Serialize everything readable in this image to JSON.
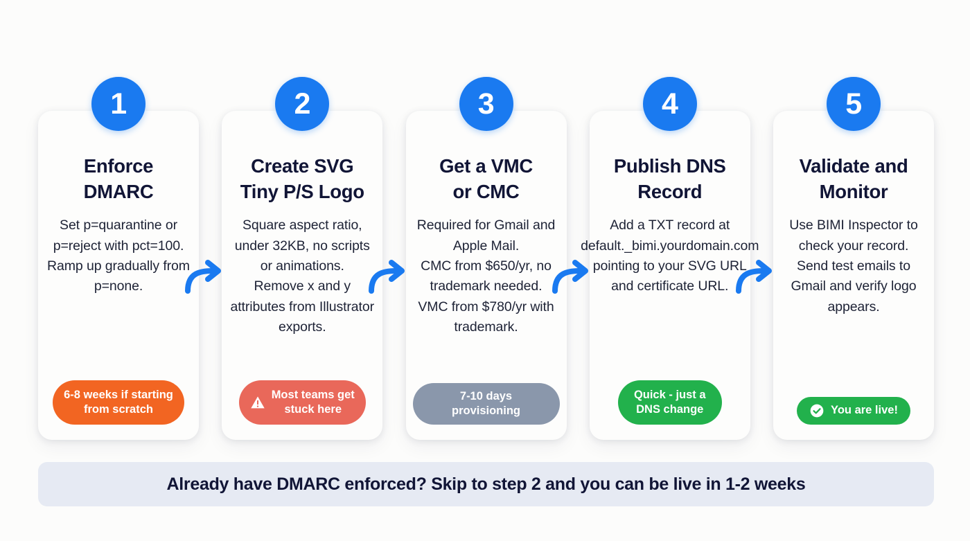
{
  "theme": {
    "page_background": "#fcfcfb",
    "accent_blue": "#1a7af0",
    "title_color": "#111536",
    "body_color": "#1d2235",
    "card_background": "#fdfdfc",
    "footer_background": "#e6eaf3"
  },
  "steps": [
    {
      "number": "1",
      "title": "Enforce\nDMARC",
      "body": "Set p=quarantine or p=reject with pct=100. Ramp up gradually from p=none.",
      "pill": {
        "label": "6-8 weeks if starting\nfrom scratch",
        "color": "#f26522",
        "icon": "none",
        "lines": 2
      }
    },
    {
      "number": "2",
      "title": "Create SVG\nTiny P/S Logo",
      "body": "Square aspect ratio, under 32KB, no scripts or animations.\nRemove x and y attributes from Illustrator exports.",
      "pill": {
        "label": "Most teams get\nstuck here",
        "color": "#e9685a",
        "icon": "warning-triangle-icon",
        "lines": 2
      }
    },
    {
      "number": "3",
      "title": "Get a VMC\nor CMC",
      "body": "Required for Gmail and Apple Mail.\nCMC from $650/yr, no trademark needed.\nVMC from $780/yr with trademark.",
      "pill": {
        "label": "7-10 days provisioning",
        "color": "#8a97ab",
        "icon": "none",
        "lines": 1
      }
    },
    {
      "number": "4",
      "title": "Publish DNS\nRecord",
      "body": "Add a TXT record at default._bimi.yourdomain.com pointing to your SVG URL and certificate URL.",
      "pill": {
        "label": "Quick - just a\nDNS change",
        "color": "#22b14c",
        "icon": "none",
        "lines": 2
      }
    },
    {
      "number": "5",
      "title": "Validate and\nMonitor",
      "body": "Use BIMI Inspector to check your record.\nSend test emails to Gmail and verify logo appears.",
      "pill": {
        "label": "You are live!",
        "color": "#22b14c",
        "icon": "check-circle-icon",
        "lines": 1
      }
    }
  ],
  "connectors": [
    {
      "name": "arrow-1-to-2"
    },
    {
      "name": "arrow-2-to-3"
    },
    {
      "name": "arrow-3-to-4"
    },
    {
      "name": "arrow-4-to-5"
    }
  ],
  "footer": {
    "text": "Already have DMARC enforced? Skip to step 2 and you can be live in 1-2 weeks"
  }
}
